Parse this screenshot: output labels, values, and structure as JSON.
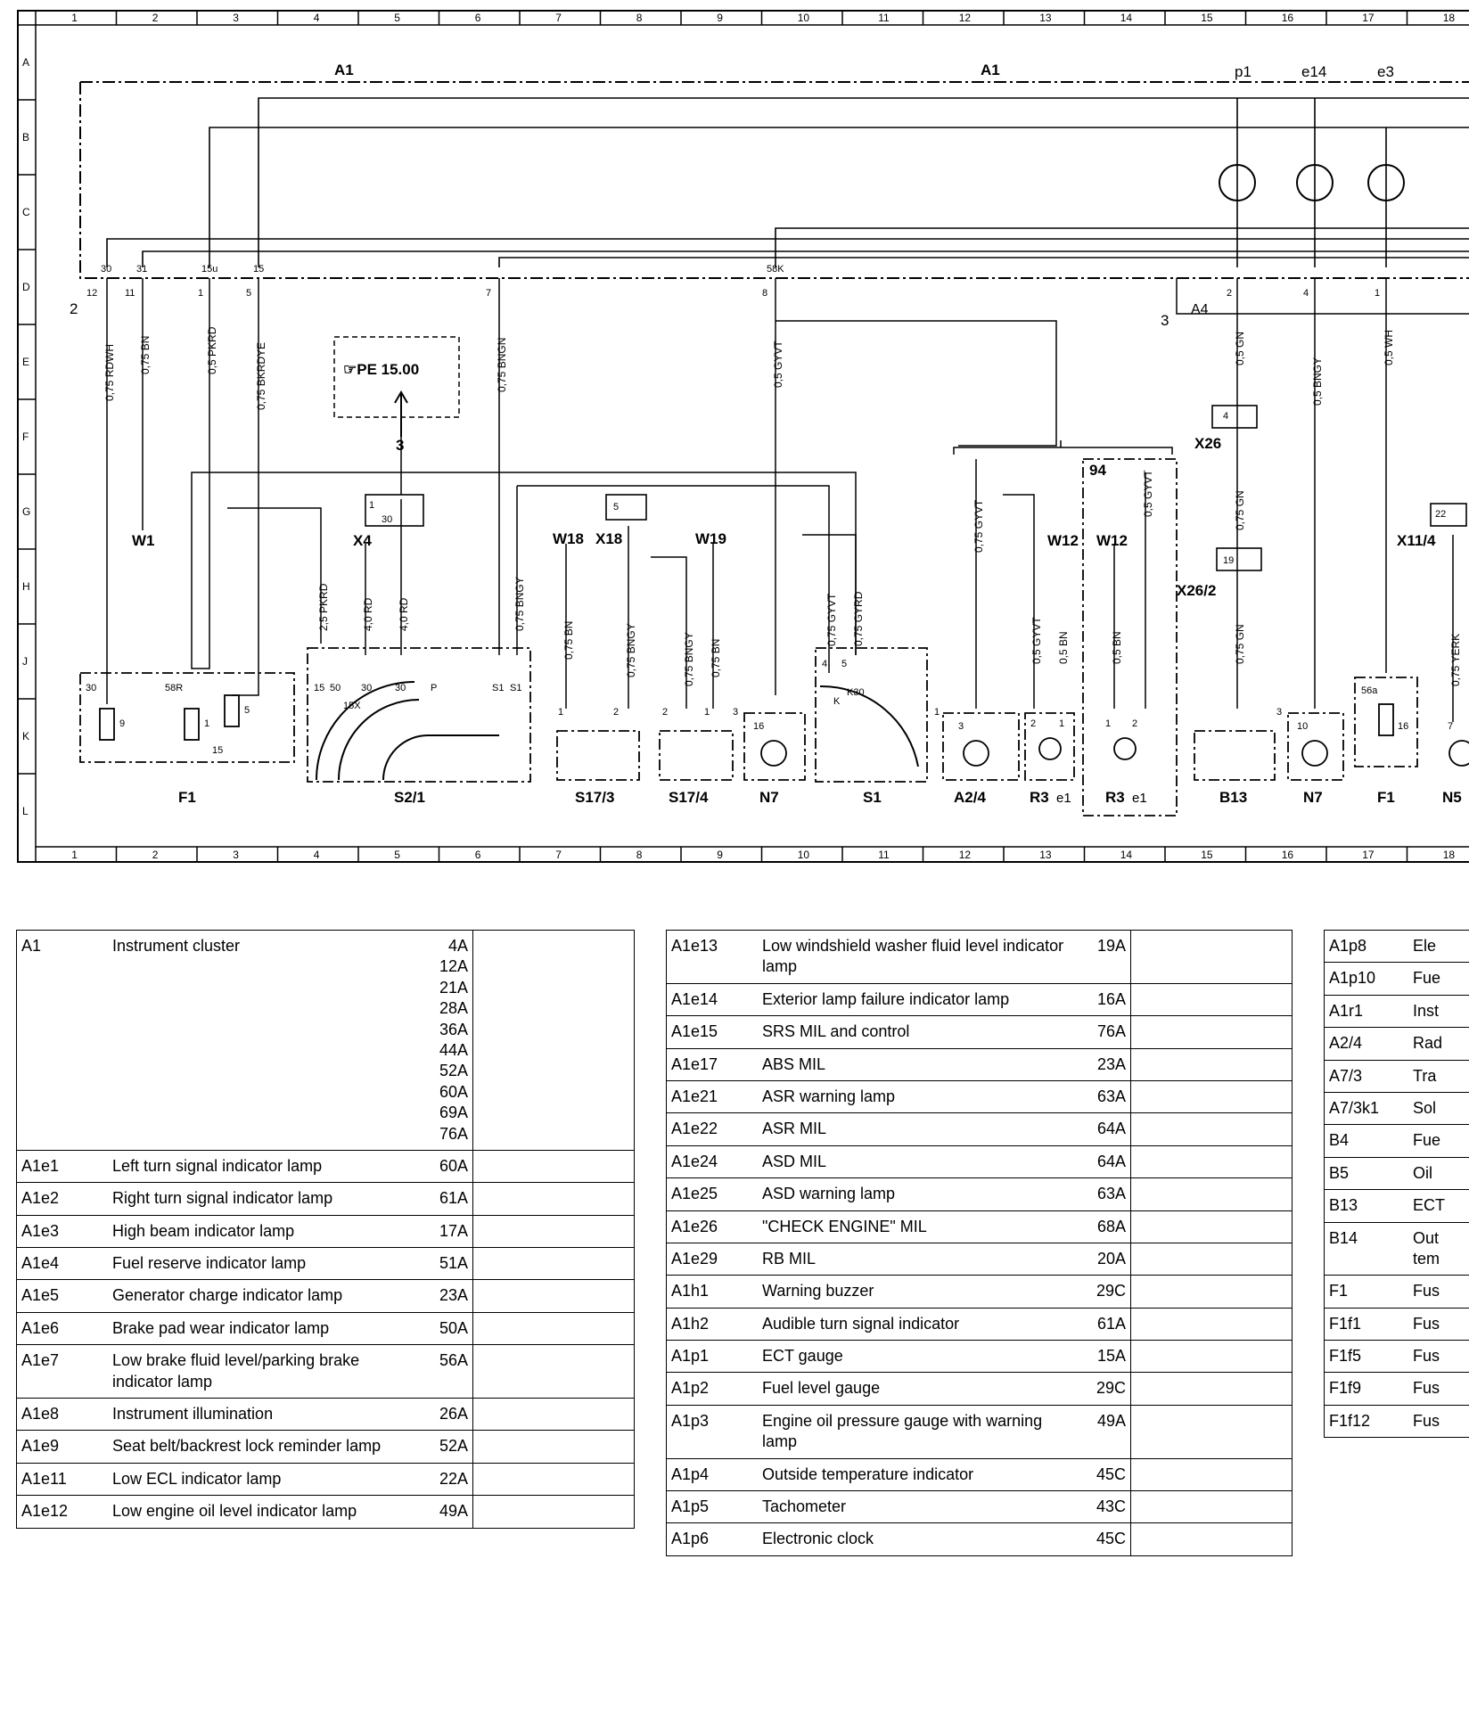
{
  "grid": {
    "cols": [
      "1",
      "2",
      "3",
      "4",
      "5",
      "6",
      "7",
      "8",
      "9",
      "10",
      "11",
      "12",
      "13",
      "14",
      "15",
      "16",
      "17",
      "18"
    ],
    "rows": [
      "A",
      "B",
      "C",
      "D",
      "E",
      "F",
      "G",
      "H",
      "J",
      "K",
      "L"
    ]
  },
  "labels": {
    "a1_left": "A1",
    "a1_mid": "A1",
    "p1": "p1",
    "e14": "e14",
    "e3": "e3",
    "pe_ref": "☞PE 15.00",
    "ref3": "3",
    "n2": "2",
    "n3": "3",
    "a4": "A4",
    "x26": "X26",
    "x26_2": "X26/2",
    "x11_4": "X11/4",
    "ref94": "94",
    "w1": "W1",
    "x4": "X4",
    "w18": "W18",
    "x18": "X18",
    "w19": "W19",
    "w12a": "W12",
    "w12b": "W12",
    "f1a": "F1",
    "s2_1": "S2/1",
    "s17_3": "S17/3",
    "s17_4": "S17/4",
    "n7a": "N7",
    "s1": "S1",
    "a2_4": "A2/4",
    "r3a": "R3",
    "e1a": "e1",
    "r3b": "R3",
    "e1b": "e1",
    "b13": "B13",
    "n7b": "N7",
    "f1b": "F1",
    "n5": "N5"
  },
  "wires": {
    "w1": "0,75 RDWH",
    "w2": "0,75 BN",
    "w3": "0,5 PKRD",
    "w4": "0,75 BKRDYE",
    "w5": "0,75 BNGN",
    "w6": "0,5 GYVT",
    "w7": "0,5 GN",
    "w8": "0,5 BNGY",
    "w9": "0,5 WH",
    "w10": "2,5 PKRD",
    "w11": "4,0 RD",
    "w12": "4,0 RD",
    "w13": "0,75 BNGY",
    "w14": "0,75 BN",
    "w15": "0,75 BNGY",
    "w16": "0,75 BNGY",
    "w17": "0,75 BN",
    "w18": "0,75 GYVT",
    "w19": "0,75 GYRD",
    "w20": "0,75 GYVT",
    "w21": "0,5 GYVT",
    "w22": "0,5 BN",
    "w23": "0,5 BN",
    "w24": "0,5 GYVT",
    "w25": "0,75 GN",
    "w26": "0,75 GN",
    "w27": "0,75 YERK"
  },
  "pins": {
    "p30": "30",
    "p31": "31",
    "p15u": "15u",
    "p15": "15",
    "p58k": "58K",
    "p12": "12",
    "p11": "11",
    "p1": "1",
    "p5": "5",
    "p7": "7",
    "p8": "8",
    "c2": "2",
    "c4": "4",
    "c1": "1",
    "f30": "30",
    "f9": "9",
    "f58r": "58R",
    "f1": "1",
    "f5": "5",
    "f15": "15",
    "x4_1": "1",
    "x4_30": "30",
    "x18_5": "5",
    "x26_4": "4",
    "x26_19": "19",
    "x11_22": "22",
    "s2_15": "15",
    "s2_50": "50",
    "s2_15x": "15X",
    "s2_30a": "30",
    "s2_30b": "30",
    "s2_p": "P",
    "s2_s1a": "S1",
    "s2_s1b": "S1",
    "s17_1": "1",
    "s17_2": "2",
    "s174_2": "2",
    "s174_1": "1",
    "n7_3": "3",
    "n7_16": "16",
    "s1_4": "4",
    "s1_5": "5",
    "s1_k": "K",
    "s1_k30": "K30",
    "a24_1": "1",
    "a24_3": "3",
    "r3_2": "2",
    "r3_1": "1",
    "r3b_1": "1",
    "r3b_2": "2",
    "n7b_3": "3",
    "n7b_10": "10",
    "f1b_56a": "56a",
    "f1b_16": "16",
    "n5_7": "7"
  },
  "table1": [
    {
      "code": "A1",
      "desc": "Instrument cluster",
      "ref": "4A\n12A\n21A\n28A\n36A\n44A\n52A\n60A\n69A\n76A"
    },
    {
      "code": "A1e1",
      "desc": "Left turn signal indicator lamp",
      "ref": "60A"
    },
    {
      "code": "A1e2",
      "desc": "Right turn signal indicator lamp",
      "ref": "61A"
    },
    {
      "code": "A1e3",
      "desc": "High beam indicator lamp",
      "ref": "17A"
    },
    {
      "code": "A1e4",
      "desc": "Fuel reserve indicator lamp",
      "ref": "51A"
    },
    {
      "code": "A1e5",
      "desc": "Generator charge indicator lamp",
      "ref": "23A"
    },
    {
      "code": "A1e6",
      "desc": "Brake pad wear indicator lamp",
      "ref": "50A"
    },
    {
      "code": "A1e7",
      "desc": "Low brake fluid level/parking brake indicator lamp",
      "ref": "56A"
    },
    {
      "code": "A1e8",
      "desc": "Instrument illumination",
      "ref": "26A"
    },
    {
      "code": "A1e9",
      "desc": "Seat belt/backrest lock reminder lamp",
      "ref": "52A"
    },
    {
      "code": "A1e11",
      "desc": "Low ECL indicator lamp",
      "ref": "22A"
    },
    {
      "code": "A1e12",
      "desc": "Low engine oil level indicator lamp",
      "ref": "49A"
    }
  ],
  "table2": [
    {
      "code": "A1e13",
      "desc": "Low windshield washer fluid level indicator lamp",
      "ref": "19A"
    },
    {
      "code": "A1e14",
      "desc": "Exterior lamp failure indicator lamp",
      "ref": "16A"
    },
    {
      "code": "A1e15",
      "desc": "SRS MIL and control",
      "ref": "76A"
    },
    {
      "code": "A1e17",
      "desc": "ABS MIL",
      "ref": "23A"
    },
    {
      "code": "A1e21",
      "desc": "ASR warning lamp",
      "ref": "63A"
    },
    {
      "code": "A1e22",
      "desc": "ASR MIL",
      "ref": "64A"
    },
    {
      "code": "A1e24",
      "desc": "ASD MIL",
      "ref": "64A"
    },
    {
      "code": "A1e25",
      "desc": "ASD warning lamp",
      "ref": "63A"
    },
    {
      "code": "A1e26",
      "desc": "\"CHECK ENGINE\" MIL",
      "ref": "68A"
    },
    {
      "code": "A1e29",
      "desc": "RB MIL",
      "ref": "20A"
    },
    {
      "code": "A1h1",
      "desc": "Warning buzzer",
      "ref": "29C"
    },
    {
      "code": "A1h2",
      "desc": "Audible turn signal indicator",
      "ref": "61A"
    },
    {
      "code": "A1p1",
      "desc": "ECT gauge",
      "ref": "15A"
    },
    {
      "code": "A1p2",
      "desc": "Fuel level gauge",
      "ref": "29C"
    },
    {
      "code": "A1p3",
      "desc": "Engine oil pressure gauge with warning lamp",
      "ref": "49A"
    },
    {
      "code": "A1p4",
      "desc": "Outside temperature indicator",
      "ref": "45C"
    },
    {
      "code": "A1p5",
      "desc": "Tachometer",
      "ref": "43C"
    },
    {
      "code": "A1p6",
      "desc": "Electronic clock",
      "ref": "45C"
    }
  ],
  "table3": [
    {
      "code": "A1p8",
      "desc": "Ele"
    },
    {
      "code": "A1p10",
      "desc": "Fue"
    },
    {
      "code": "A1r1",
      "desc": "Inst"
    },
    {
      "code": "A2/4",
      "desc": "Rad"
    },
    {
      "code": "A7/3",
      "desc": "Tra"
    },
    {
      "code": "A7/3k1",
      "desc": "Sol"
    },
    {
      "code": "B4",
      "desc": "Fue"
    },
    {
      "code": "B5",
      "desc": "Oil"
    },
    {
      "code": "B13",
      "desc": "ECT"
    },
    {
      "code": "B14",
      "desc": "Out\ntem"
    },
    {
      "code": "F1",
      "desc": "Fus"
    },
    {
      "code": "F1f1",
      "desc": "Fus"
    },
    {
      "code": "F1f5",
      "desc": "Fus"
    },
    {
      "code": "F1f9",
      "desc": "Fus"
    },
    {
      "code": "F1f12",
      "desc": "Fus"
    }
  ]
}
